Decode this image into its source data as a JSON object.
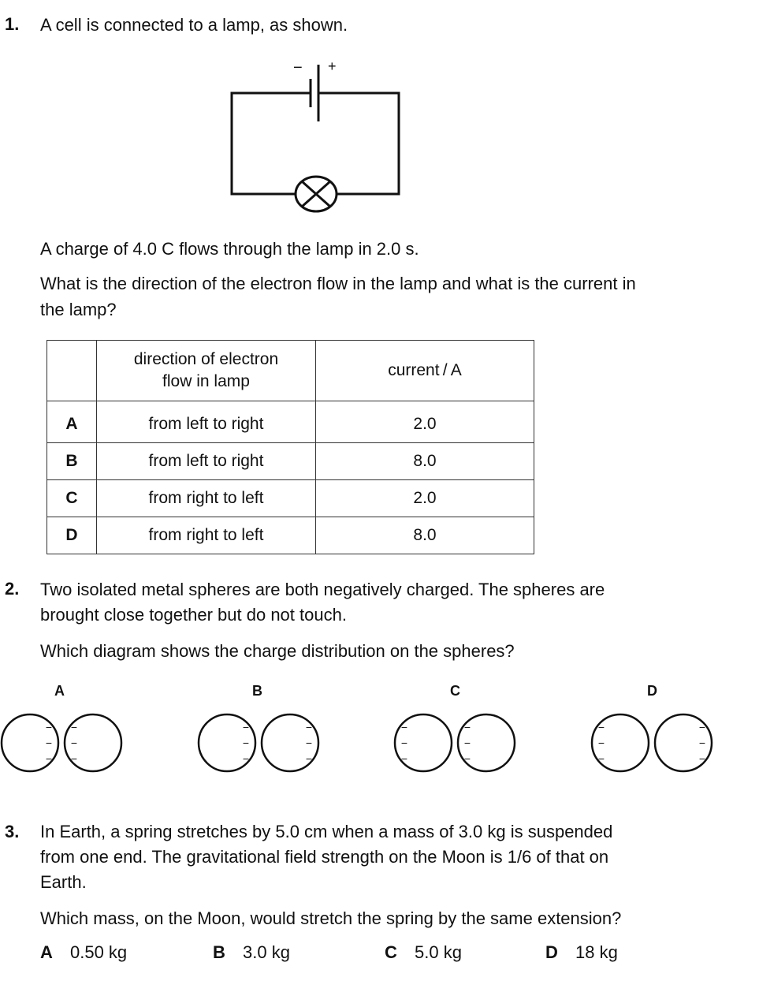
{
  "q1": {
    "number": "1.",
    "stem": "A cell is connected to a lamp, as shown.",
    "cell_minus": "−",
    "cell_plus": "+",
    "given": "A charge of 4.0 C flows through the lamp in 2.0 s.",
    "question_line1": "What is the direction of the electron flow in the lamp and what is the current in",
    "question_line2": "the lamp?",
    "table": {
      "header_dir_line1": "direction of electron",
      "header_dir_line2": "flow in lamp",
      "header_current": "current / A",
      "rows": [
        {
          "letter": "A",
          "direction": "from left to right",
          "current": "2.0"
        },
        {
          "letter": "B",
          "direction": "from left to right",
          "current": "8.0"
        },
        {
          "letter": "C",
          "direction": "from right to left",
          "current": "2.0"
        },
        {
          "letter": "D",
          "direction": "from right to left",
          "current": "8.0"
        }
      ]
    }
  },
  "q2": {
    "number": "2.",
    "stem_line1": "Two isolated metal spheres are both negatively charged. The spheres are",
    "stem_line2": "brought close together but do not touch.",
    "question": "Which diagram shows the charge distribution on the spheres?",
    "option_labels": [
      "A",
      "B",
      "C",
      "D"
    ],
    "charge_symbol": "−"
  },
  "q3": {
    "number": "3.",
    "stem_line1": "In Earth, a spring stretches by 5.0 cm when a mass of 3.0 kg is suspended",
    "stem_line2": "from one end. The gravitational field strength on the Moon is 1/6 of that on",
    "stem_line3": "Earth.",
    "question": "Which mass, on the Moon, would stretch the spring by the same extension?",
    "answers": [
      {
        "letter": "A",
        "value": "0.50 kg"
      },
      {
        "letter": "B",
        "value": "3.0 kg"
      },
      {
        "letter": "C",
        "value": "5.0 kg"
      },
      {
        "letter": "D",
        "value": "18 kg"
      }
    ]
  }
}
